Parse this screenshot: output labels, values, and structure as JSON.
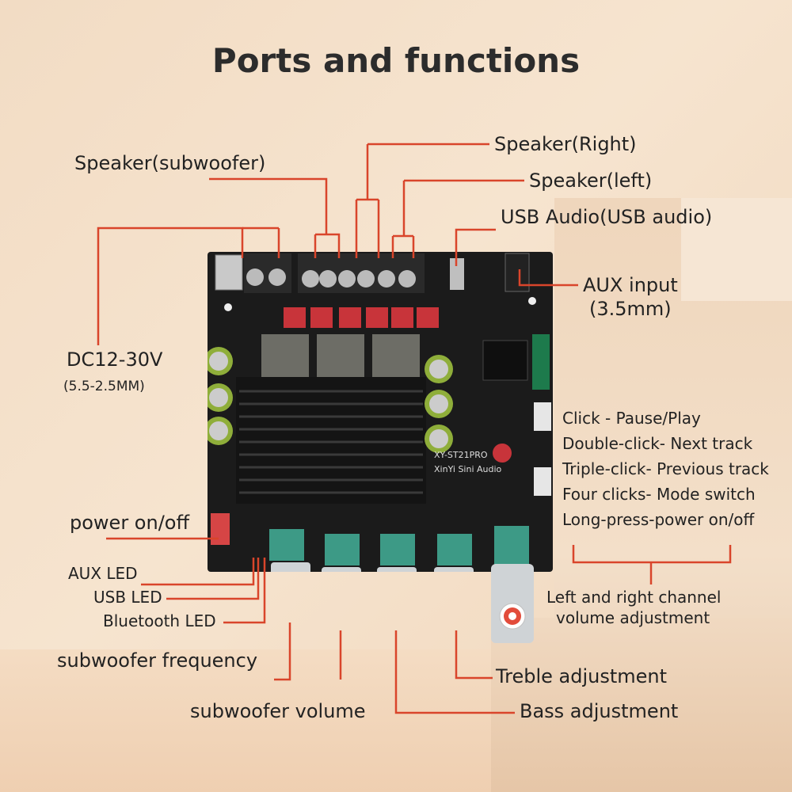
{
  "title": "Ports and functions",
  "labels": {
    "speaker_subwoofer": "Speaker(subwoofer)",
    "speaker_right": "Speaker(Right)",
    "speaker_left": "Speaker(left)",
    "usb_audio": "USB Audio(USB audio)",
    "aux_input_1": "AUX input",
    "aux_input_2": "(3.5mm)",
    "dc_voltage": "DC12-30V",
    "dc_plug": "(5.5-2.5MM)",
    "power_on_off": "power on/off",
    "aux_led": "AUX LED",
    "usb_led": "USB LED",
    "bluetooth_led": "Bluetooth LED",
    "subwoofer_frequency": "subwoofer frequency",
    "subwoofer_volume": "subwoofer volume",
    "bass_adjustment": "Bass adjustment",
    "treble_adjustment": "Treble adjustment",
    "lr_volume_1": "Left and right channel",
    "lr_volume_2": "volume adjustment"
  },
  "button_functions": [
    "Click - Pause/Play",
    "Double-click- Next track",
    "Triple-click- Previous track",
    "Four clicks- Mode switch",
    "Long-press-power on/off"
  ],
  "board": {
    "model": "XY-ST21PRO",
    "maker": "XinYi Sini Audio"
  },
  "colors": {
    "leader_line": "#d9452b",
    "board": "#1b1b1b",
    "capacitor_red": "#c8343a",
    "knob_green": "#3d9a86"
  }
}
